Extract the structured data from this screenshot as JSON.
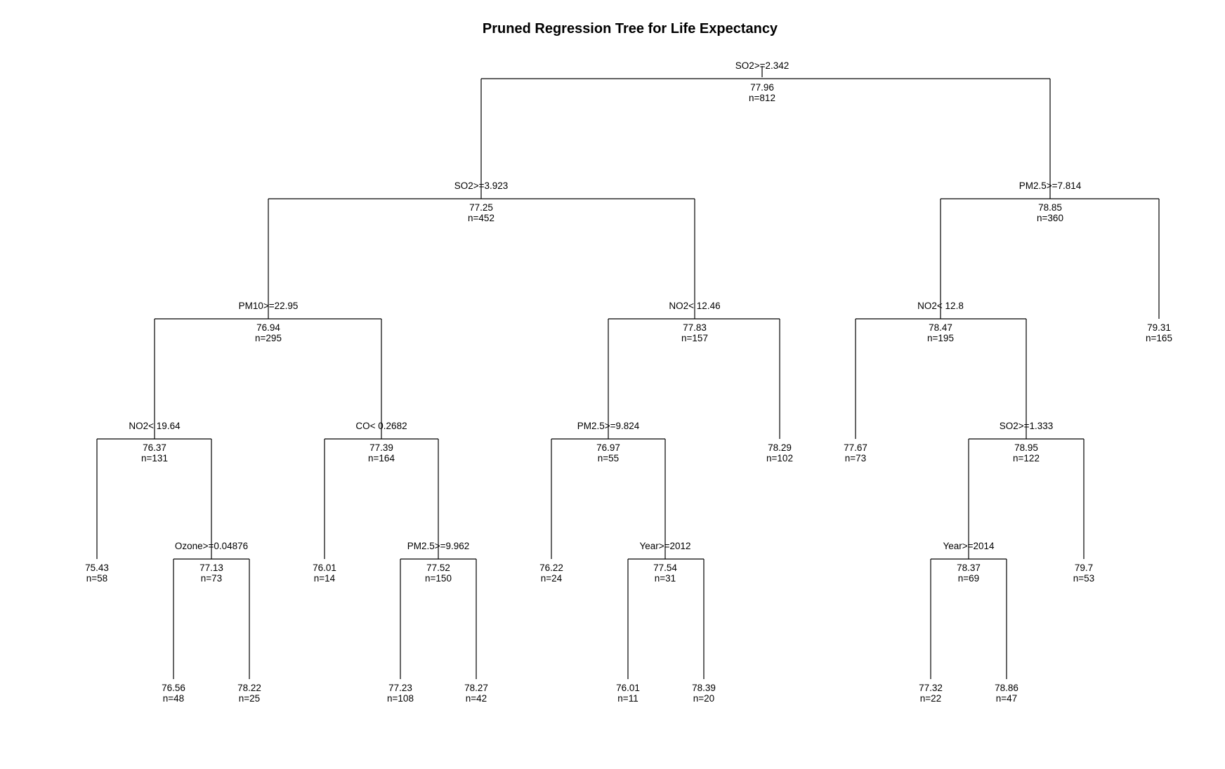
{
  "title": "Pruned Regression Tree for Life Expectancy",
  "tree": {
    "id": "root",
    "split": "SO2>=2.342",
    "value": "77.96",
    "n": "n=812",
    "children": [
      {
        "id": "n1",
        "split": "SO2>=3.923",
        "value": "77.25",
        "n": "n=452",
        "children": [
          {
            "id": "n2",
            "split": "PM10>=22.95",
            "value": "76.94",
            "n": "n=295",
            "children": [
              {
                "id": "n3",
                "split": "NO2< 19.64",
                "value": "76.37",
                "n": "n=131",
                "children": [
                  {
                    "id": "l1",
                    "value": "75.43",
                    "n": "n=58"
                  },
                  {
                    "id": "n4",
                    "split": "Ozone>=0.04876",
                    "value": "77.13",
                    "n": "n=73",
                    "children": [
                      {
                        "id": "l2",
                        "value": "76.56",
                        "n": "n=48"
                      },
                      {
                        "id": "l3",
                        "value": "78.22",
                        "n": "n=25"
                      }
                    ]
                  }
                ]
              },
              {
                "id": "n5",
                "split": "CO< 0.2682",
                "value": "77.39",
                "n": "n=164",
                "children": [
                  {
                    "id": "l4",
                    "value": "76.01",
                    "n": "n=14"
                  },
                  {
                    "id": "n6",
                    "split": "PM2.5>=9.962",
                    "value": "77.52",
                    "n": "n=150",
                    "children": [
                      {
                        "id": "l5",
                        "value": "77.23",
                        "n": "n=108"
                      },
                      {
                        "id": "l6",
                        "value": "78.27",
                        "n": "n=42"
                      }
                    ]
                  }
                ]
              }
            ]
          },
          {
            "id": "n7",
            "split": "NO2< 12.46",
            "value": "77.83",
            "n": "n=157",
            "children": [
              {
                "id": "n8",
                "split": "PM2.5>=9.824",
                "value": "76.97",
                "n": "n=55",
                "children": [
                  {
                    "id": "l7",
                    "value": "76.22",
                    "n": "n=24"
                  },
                  {
                    "id": "n9",
                    "split": "Year>=2012",
                    "value": "77.54",
                    "n": "n=31",
                    "children": [
                      {
                        "id": "l8",
                        "value": "76.01",
                        "n": "n=11"
                      },
                      {
                        "id": "l9",
                        "value": "78.39",
                        "n": "n=20"
                      }
                    ]
                  }
                ]
              },
              {
                "id": "l10",
                "value": "78.29",
                "n": "n=102"
              }
            ]
          }
        ]
      },
      {
        "id": "n10",
        "split": "PM2.5>=7.814",
        "value": "78.85",
        "n": "n=360",
        "children": [
          {
            "id": "n11",
            "split": "NO2< 12.8",
            "value": "78.47",
            "n": "n=195",
            "children": [
              {
                "id": "l11",
                "value": "77.67",
                "n": "n=73"
              },
              {
                "id": "n12",
                "split": "SO2>=1.333",
                "value": "78.95",
                "n": "n=122",
                "children": [
                  {
                    "id": "n13",
                    "split": "Year>=2014",
                    "value": "78.37",
                    "n": "n=69",
                    "children": [
                      {
                        "id": "l12",
                        "value": "77.32",
                        "n": "n=22"
                      },
                      {
                        "id": "l13",
                        "value": "78.86",
                        "n": "n=47"
                      }
                    ]
                  },
                  {
                    "id": "l14",
                    "value": "79.7",
                    "n": "n=53"
                  }
                ]
              }
            ]
          },
          {
            "id": "l15",
            "value": "79.31",
            "n": "n=165"
          }
        ]
      }
    ]
  }
}
